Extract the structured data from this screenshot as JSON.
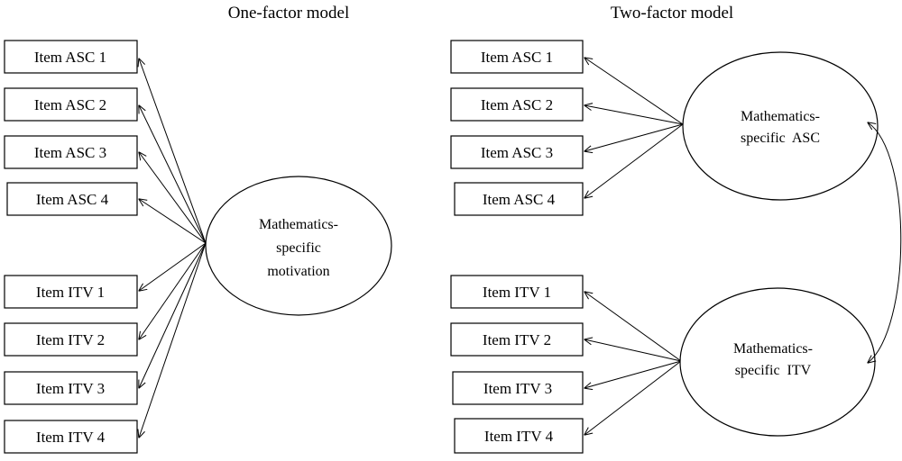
{
  "one_factor": {
    "title": "One-factor model",
    "items": [
      "Item ASC 1",
      "Item ASC 2",
      "Item ASC 3",
      "Item ASC 4",
      "Item ITV 1",
      "Item ITV 2",
      "Item ITV 3",
      "Item ITV 4"
    ],
    "factor": {
      "line1": "Mathematics-",
      "line2": "specific",
      "line3": "motivation"
    }
  },
  "two_factor": {
    "title": "Two-factor model",
    "asc_items": [
      "Item ASC 1",
      "Item ASC 2",
      "Item ASC 3",
      "Item ASC 4"
    ],
    "itv_items": [
      "Item ITV 1",
      "Item ITV 2",
      "Item ITV 3",
      "Item ITV 4"
    ],
    "asc_factor": {
      "line1": "Mathematics-",
      "line2": "specific  ASC"
    },
    "itv_factor": {
      "line1": "Mathematics-",
      "line2": "specific  ITV"
    }
  },
  "colors": {
    "stroke": "#000000",
    "background": "#ffffff"
  }
}
